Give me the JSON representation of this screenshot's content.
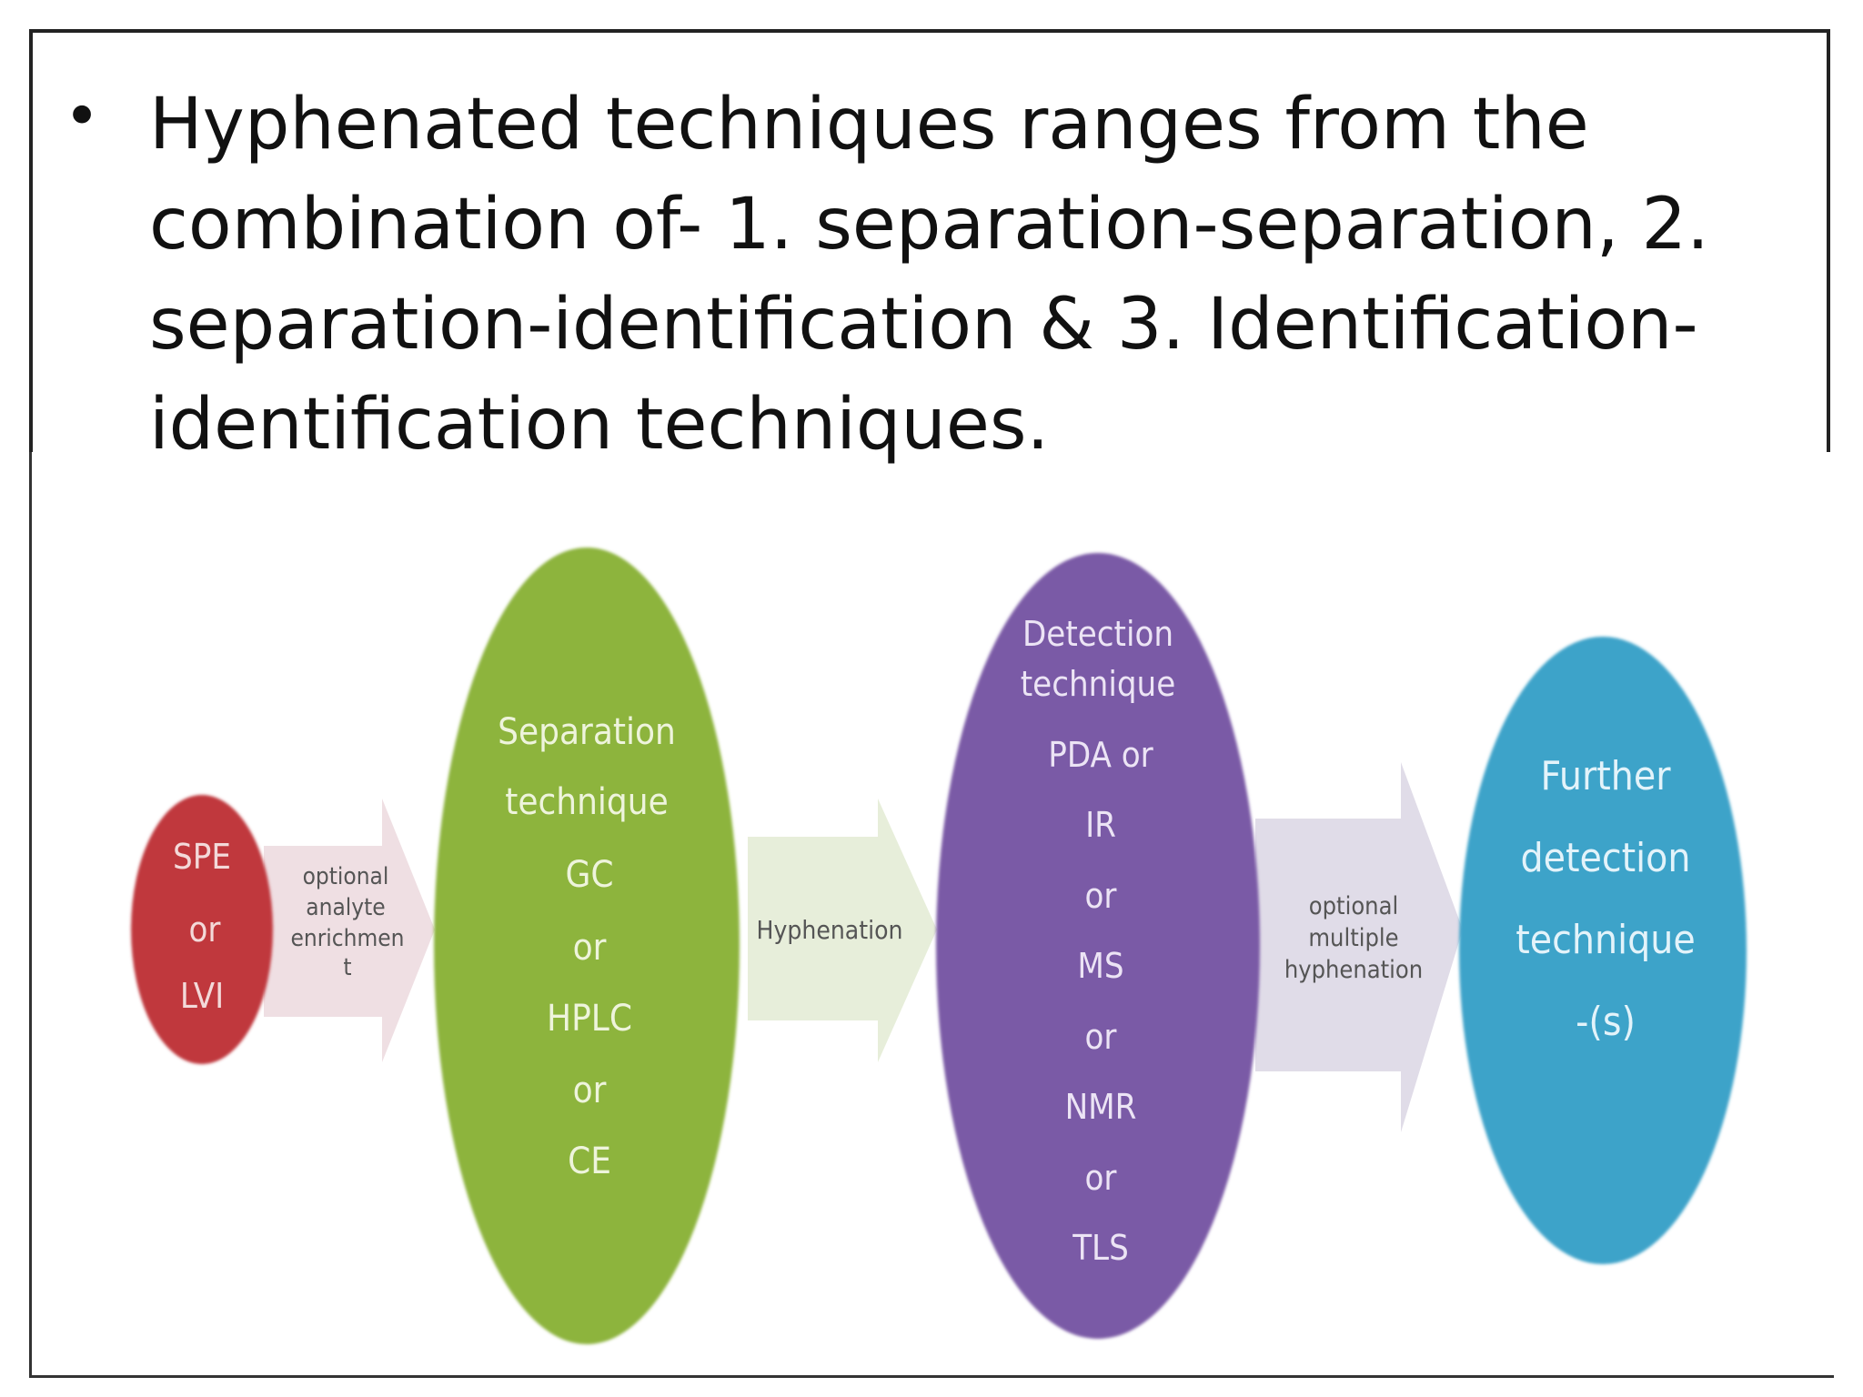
{
  "slide": {
    "bullet": "Hyphenated techniques ranges from the combination of- 1. separation-separation, 2. separation-identification & 3. Identification-identification techniques."
  },
  "diagram": {
    "spe": [
      "SPE",
      "or",
      "LVI"
    ],
    "arrow1": [
      "optional",
      "analyte",
      "enrichmen",
      "t"
    ],
    "separation": [
      "Separation",
      "technique",
      "GC",
      "or",
      "HPLC",
      "or",
      "CE"
    ],
    "arrow2": [
      "Hyphenation"
    ],
    "detection": [
      "Detection",
      "technique",
      "PDA or",
      "IR",
      "or",
      "MS",
      "or",
      "NMR",
      "or",
      "TLS"
    ],
    "arrow3": [
      "optional",
      "multiple",
      "hyphenation"
    ],
    "further": [
      "Further",
      "detection",
      "technique",
      "-(s)"
    ]
  },
  "colors": {
    "red": "#c0393e",
    "green": "#8db43e",
    "purple": "#7a5aa6",
    "blue": "#3ea3c9",
    "arrow_pink": "#ecd9de",
    "arrow_green": "#e4ecd6",
    "arrow_lavender": "#ddd8e6"
  }
}
